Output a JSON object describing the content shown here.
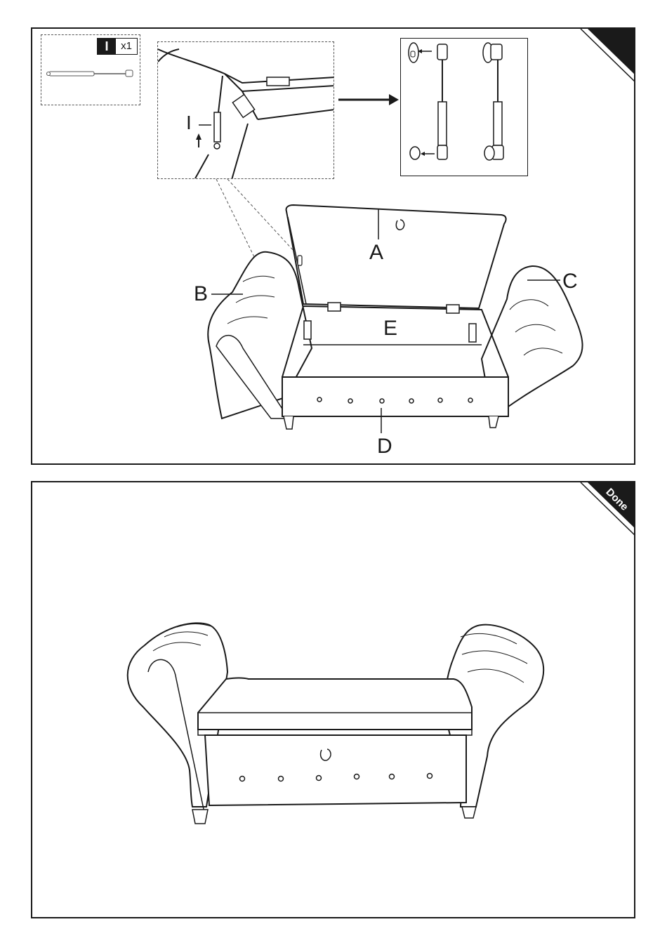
{
  "step1": {
    "part": {
      "id": "I",
      "quantity": "x1"
    },
    "callouts": {
      "zoom_part": "I",
      "a": "A",
      "b": "B",
      "c": "C",
      "d": "D",
      "e": "E"
    }
  },
  "step2": {
    "badge": "Done"
  },
  "colors": {
    "line": "#1a1a1a",
    "fill": "#ffffff",
    "corner": "#1a1a1a"
  }
}
